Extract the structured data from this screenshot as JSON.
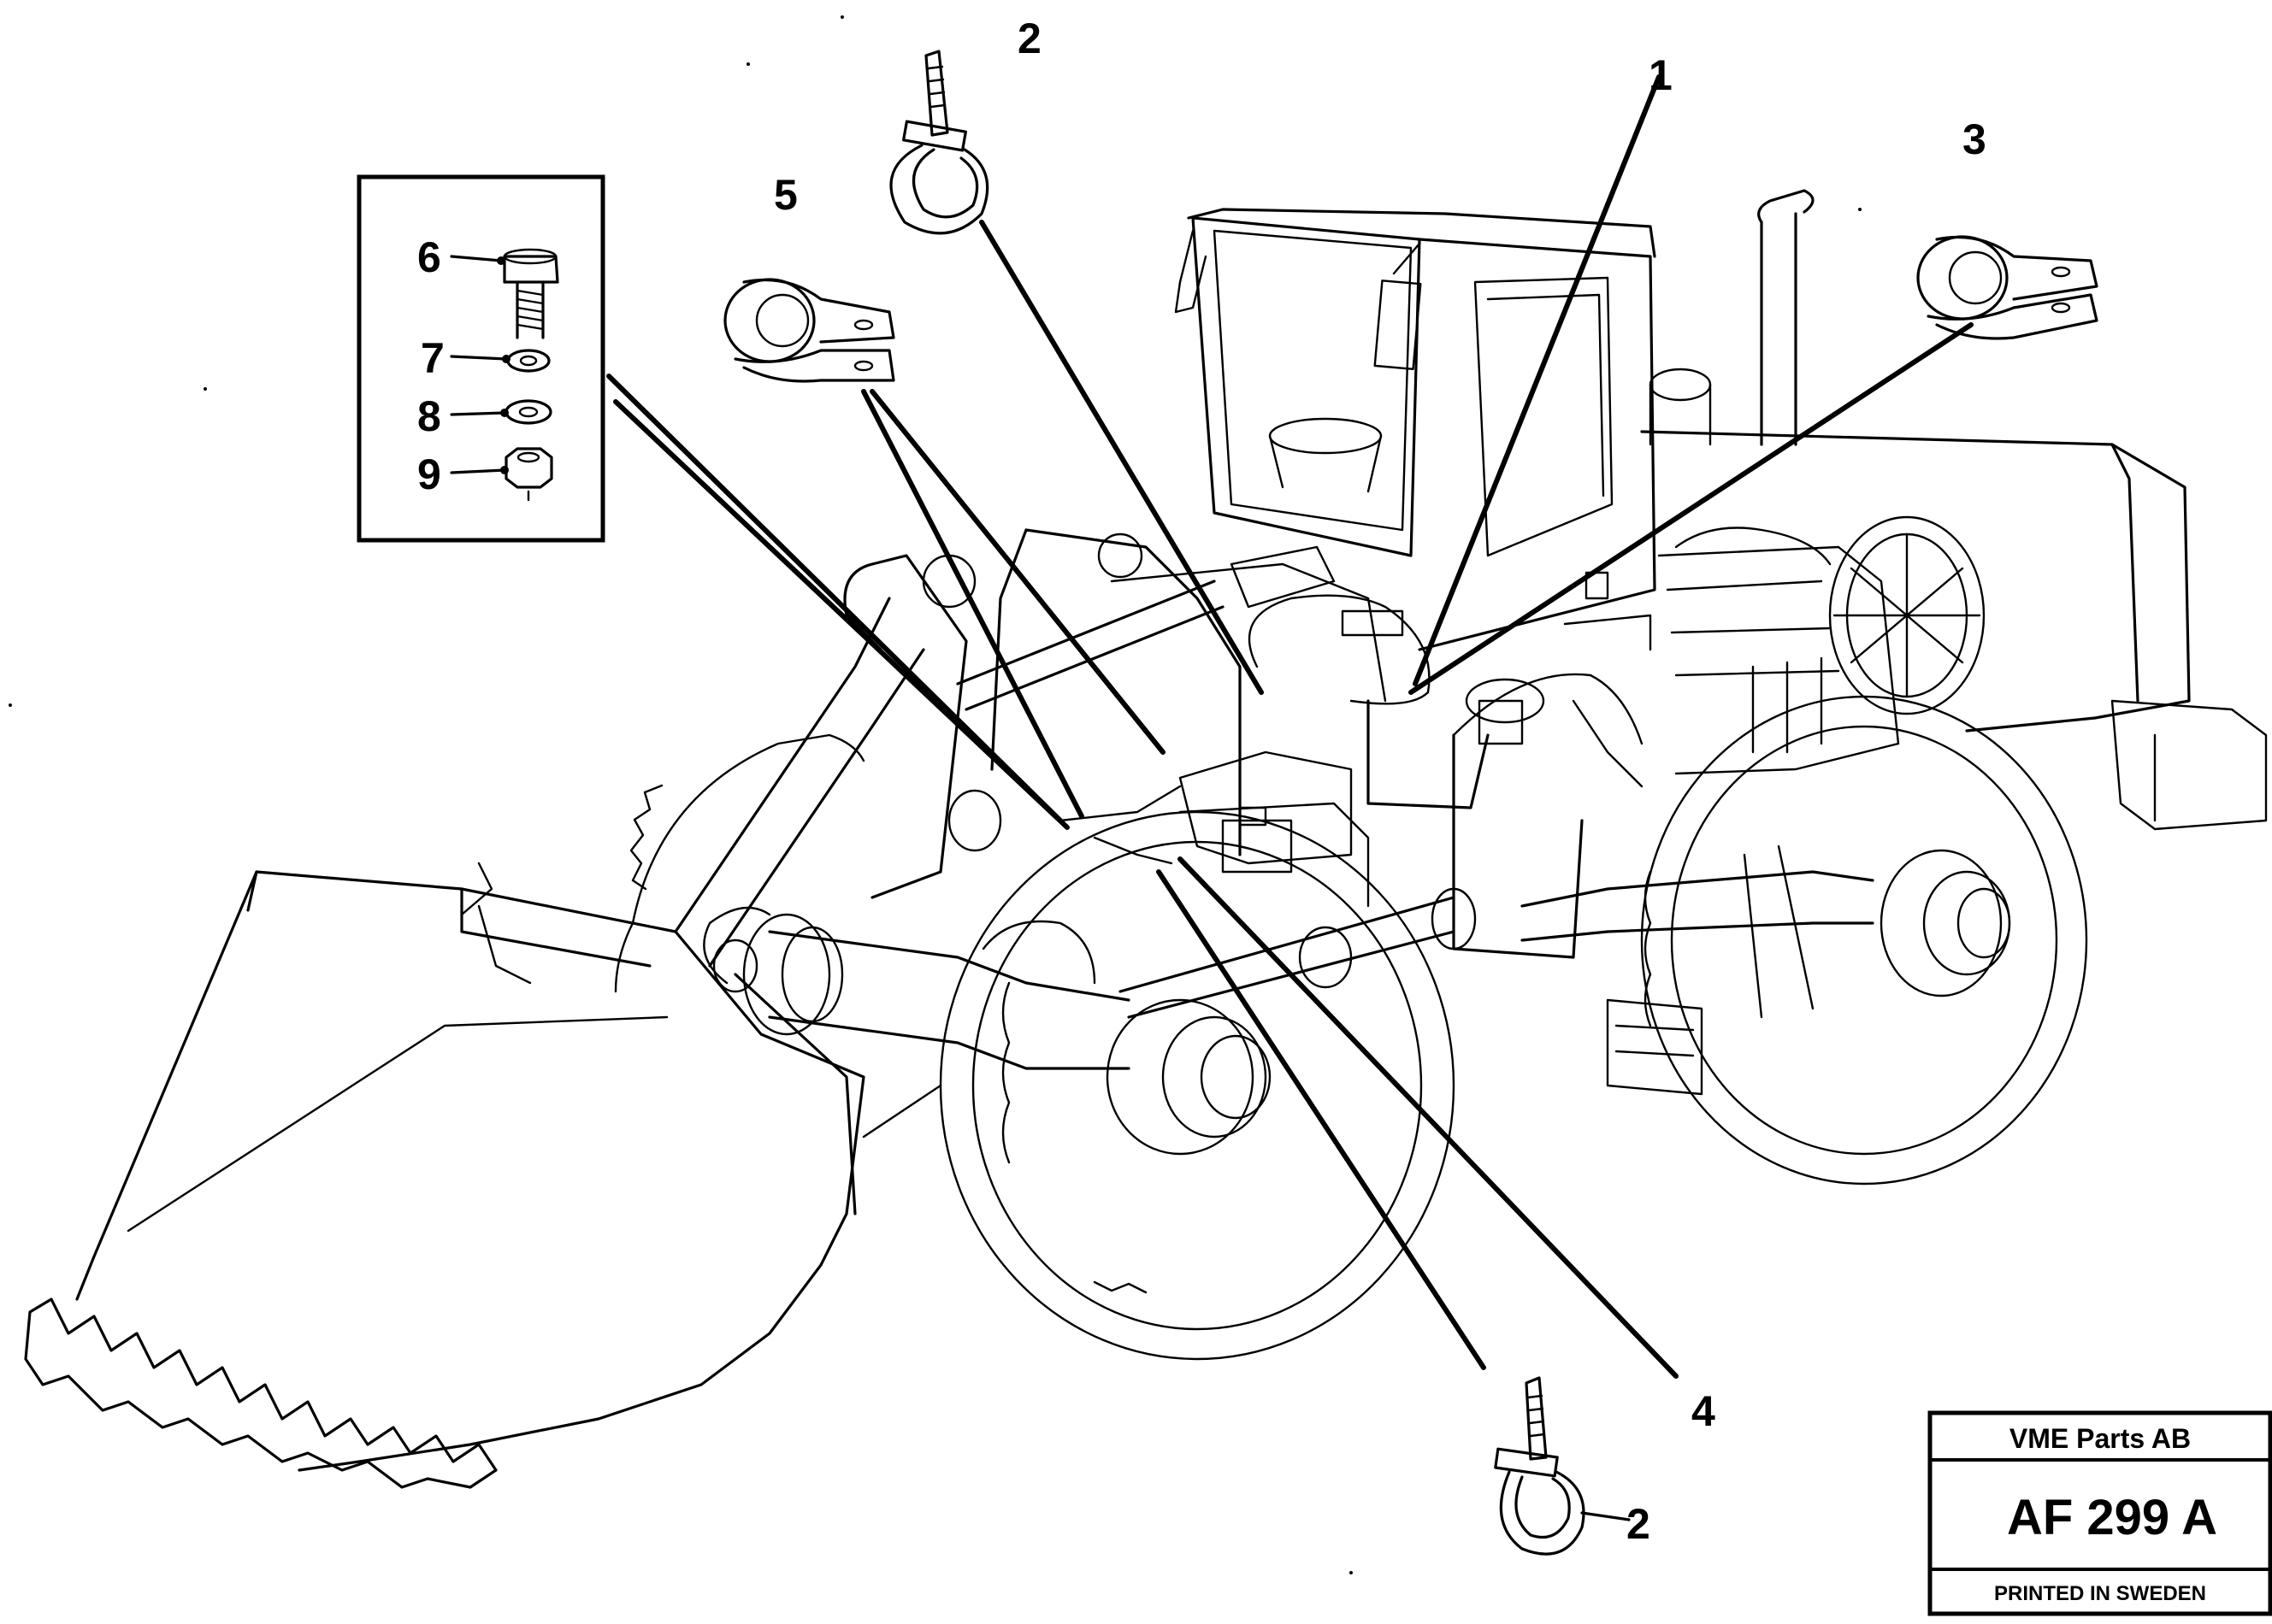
{
  "callouts": [
    {
      "id": "1",
      "label": "1"
    },
    {
      "id": "2a",
      "label": "2"
    },
    {
      "id": "2b",
      "label": "2"
    },
    {
      "id": "3",
      "label": "3"
    },
    {
      "id": "4",
      "label": "4"
    },
    {
      "id": "5",
      "label": "5"
    },
    {
      "id": "6",
      "label": "6"
    },
    {
      "id": "7",
      "label": "7"
    },
    {
      "id": "8",
      "label": "8"
    },
    {
      "id": "9",
      "label": "9"
    }
  ],
  "stamp": {
    "company": "VME Parts AB",
    "code": "AF 299 A",
    "printed": "PRINTED IN SWEDEN"
  },
  "colors": {
    "ink": "#000000",
    "paper": "#ffffff"
  }
}
